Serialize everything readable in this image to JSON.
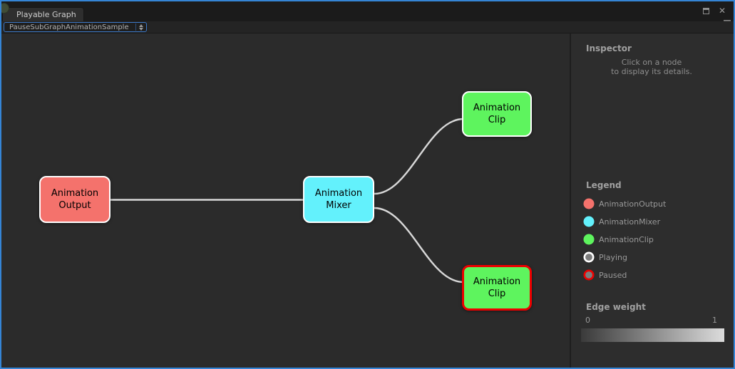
{
  "window": {
    "tab_title": "Playable Graph",
    "accent_border": "#3585d6",
    "icons": {
      "close": "✕",
      "maximize": "square-icon",
      "pane_menu": "menu-with-dropdown-icon",
      "tab_badge": "circle-icon",
      "dropdown_selector": "up-down-arrows-icon"
    }
  },
  "toolbar": {
    "graph_selector_value": "PauseSubGraphAnimationSample"
  },
  "inspector": {
    "title": "Inspector",
    "hint": "Click on a node\nto display its details."
  },
  "legend": {
    "title": "Legend",
    "items": [
      {
        "label": "AnimationOutput",
        "color": "#f4726c",
        "ring": "none"
      },
      {
        "label": "AnimationMixer",
        "color": "#63f1fc",
        "ring": "none"
      },
      {
        "label": "AnimationClip",
        "color": "#5ef45e",
        "ring": "none"
      },
      {
        "label": "Playing",
        "color": "#7d7d7d",
        "ring": "#ffffff"
      },
      {
        "label": "Paused",
        "color": "#7d7d7d",
        "ring": "#ee0000"
      }
    ]
  },
  "edge_weight": {
    "title": "Edge weight",
    "min": "0",
    "max": "1",
    "gradient_start": "#3a3a3a",
    "gradient_end": "#dcdcdc"
  },
  "graph": {
    "edge_color": "#d8d8d8",
    "nodes": [
      {
        "label": "Animation\nOutput",
        "type": "AnimationOutput",
        "color": "#f4726c",
        "border": "#ffffff",
        "state": "playing"
      },
      {
        "label": "Animation\nMixer",
        "type": "AnimationMixer",
        "color": "#63f1fc",
        "border": "#ffffff",
        "state": "playing"
      },
      {
        "label": "Animation\nClip",
        "type": "AnimationClip",
        "color": "#5ef45e",
        "border": "#ffffff",
        "state": "playing"
      },
      {
        "label": "Animation\nClip",
        "type": "AnimationClip",
        "color": "#5ef45e",
        "border": "#ee0000",
        "state": "paused"
      }
    ],
    "edges": [
      {
        "from": 0,
        "to": 1
      },
      {
        "from": 1,
        "to": 2
      },
      {
        "from": 1,
        "to": 3
      }
    ]
  }
}
